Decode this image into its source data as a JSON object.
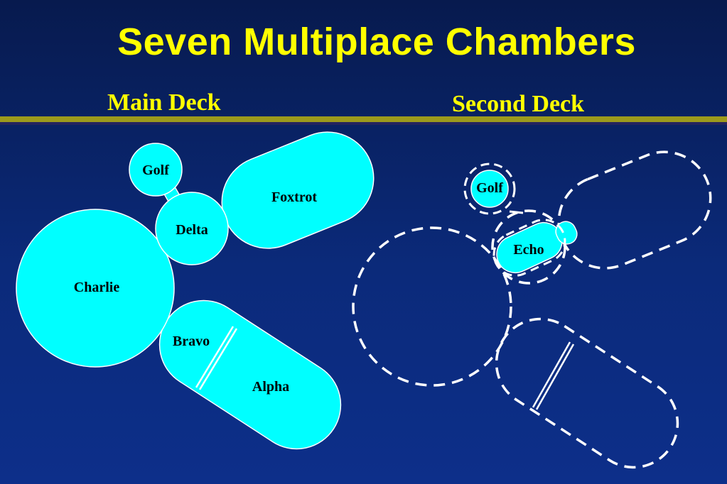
{
  "title": "Seven Multiplace Chambers",
  "decks": {
    "main": "Main Deck",
    "second": "Second Deck"
  },
  "main_deck_chambers": {
    "golf": "Golf",
    "foxtrot": "Foxtrot",
    "delta": "Delta",
    "charlie": "Charlie",
    "bravo": "Bravo",
    "alpha": "Alpha"
  },
  "second_deck_chambers": {
    "golf": "Golf",
    "echo": "Echo"
  },
  "colors": {
    "background": "#0b2a7a",
    "title": "#ffff00",
    "chamber_fill": "#00ffff",
    "outline": "#ffffff"
  }
}
